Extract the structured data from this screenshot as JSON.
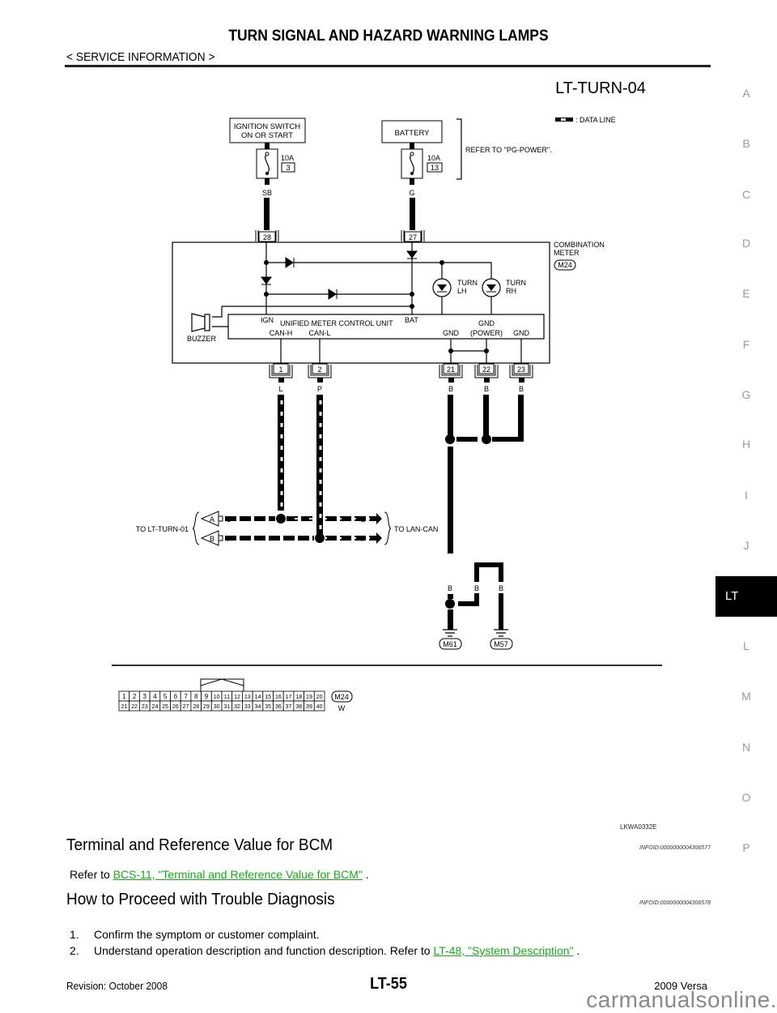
{
  "header": {
    "title": "TURN SIGNAL AND HAZARD WARNING LAMPS",
    "subtitle": "< SERVICE INFORMATION >"
  },
  "side_tabs": {
    "items": [
      "A",
      "B",
      "C",
      "D",
      "E",
      "F",
      "G",
      "H",
      "I",
      "J",
      "LT",
      "L",
      "M",
      "N",
      "O",
      "P"
    ],
    "active": "LT"
  },
  "diagram": {
    "id": "LT-TURN-04",
    "legend": ": DATA LINE",
    "ignition_box": [
      "IGNITION SWITCH",
      "ON OR START"
    ],
    "battery_box": "BATTERY",
    "fuse_ign": {
      "rating": "10A",
      "number": "3"
    },
    "fuse_bat": {
      "rating": "10A",
      "number": "13"
    },
    "refer_power": "REFER TO \"PG-POWER\".",
    "wire_ign": "SB",
    "wire_bat": "G",
    "conn_top": [
      "28",
      "27"
    ],
    "component": [
      "COMBINATION",
      "METER"
    ],
    "component_conn": "M24",
    "turn_lh": [
      "TURN",
      "LH"
    ],
    "turn_rh": [
      "TURN",
      "RH"
    ],
    "buzzer": "BUZZER",
    "unit_name": "UNIFIED METER CONTROL UNIT",
    "unit_ign": "IGN",
    "unit_bat": "BAT",
    "unit_canh": "CAN-H",
    "unit_canl": "CAN-L",
    "unit_gnd1": "GND",
    "unit_gnd_power": [
      "GND",
      "(POWER)"
    ],
    "unit_gnd2": "GND",
    "conn_bottom": [
      "1",
      "2",
      "21",
      "22",
      "23"
    ],
    "wire_colors_bottom": [
      "L",
      "P",
      "B",
      "B",
      "B"
    ],
    "to_left": "TO LT-TURN-01",
    "to_right": "TO LAN-CAN",
    "conn_a": "A",
    "conn_b": "B",
    "line_l": "L",
    "line_p": "P",
    "ground_wires": [
      "B",
      "B",
      "B"
    ],
    "grounds": [
      "M61",
      "M57"
    ],
    "connector_face": {
      "row1": [
        "1",
        "2",
        "3",
        "4",
        "5",
        "6",
        "7",
        "8",
        "9",
        "10",
        "11",
        "12",
        "13",
        "14",
        "15",
        "16",
        "17",
        "18",
        "19",
        "20"
      ],
      "row2": [
        "21",
        "22",
        "23",
        "24",
        "25",
        "26",
        "27",
        "28",
        "29",
        "30",
        "31",
        "32",
        "33",
        "34",
        "35",
        "36",
        "37",
        "38",
        "39",
        "40"
      ],
      "id": "M24",
      "color": "W"
    },
    "figure_code": "LKWA0332E"
  },
  "sections": [
    {
      "title": "Terminal and Reference Value for BCM",
      "infoid": "INFOID:0000000004306577",
      "text_prefix": "Refer to ",
      "link": "BCS-11, \"Terminal and Reference Value for BCM\"",
      "text_suffix": " ."
    },
    {
      "title": "How to Proceed with Trouble Diagnosis",
      "infoid": "INFOID:0000000004306578",
      "steps": [
        {
          "num": "1.",
          "text": "Confirm the symptom or customer complaint."
        },
        {
          "num": "2.",
          "text": "Understand operation description and function description. Refer to ",
          "link": "LT-48, \"System Description\"",
          "suffix": " ."
        }
      ]
    }
  ],
  "footer": {
    "revision": "Revision: October 2008",
    "page": "LT-55",
    "model": "2009 Versa",
    "watermark": "carmanualsonline."
  },
  "colors": {
    "link": "#1aa81a",
    "tab_active_bg": "#000000",
    "tab_inactive": "#999999"
  }
}
